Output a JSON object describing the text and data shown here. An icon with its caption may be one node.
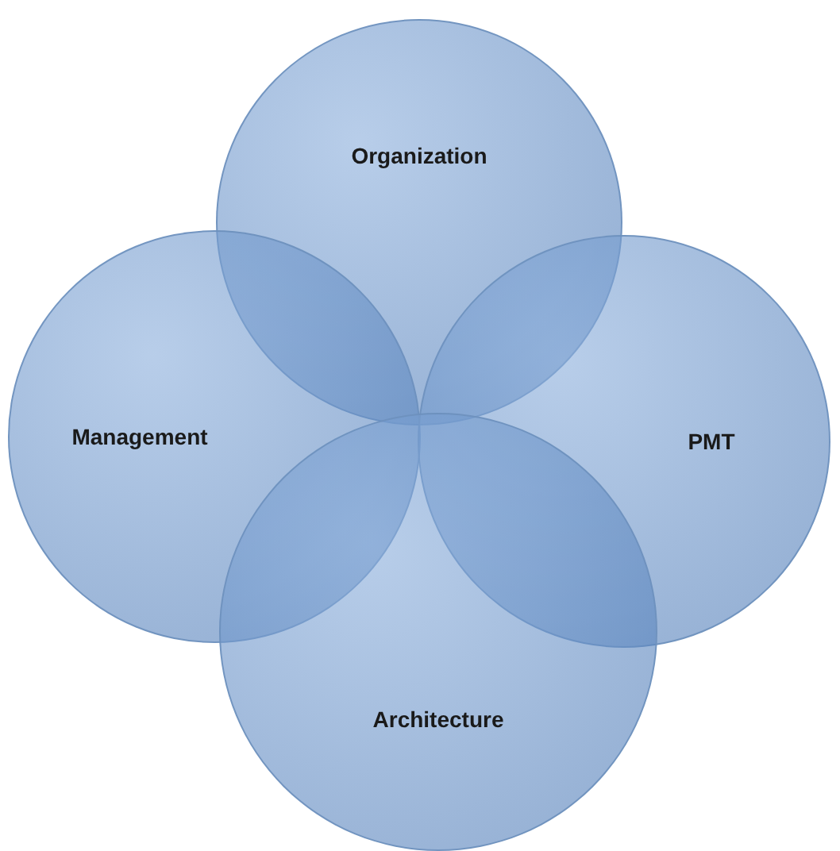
{
  "diagram": {
    "nodes": [
      {
        "text": [
          "Organization"
        ]
      },
      {
        "text": [
          "Management"
        ]
      },
      {
        "text": [
          "PMT"
        ]
      },
      {
        "text": [
          "Architecture"
        ]
      }
    ]
  }
}
